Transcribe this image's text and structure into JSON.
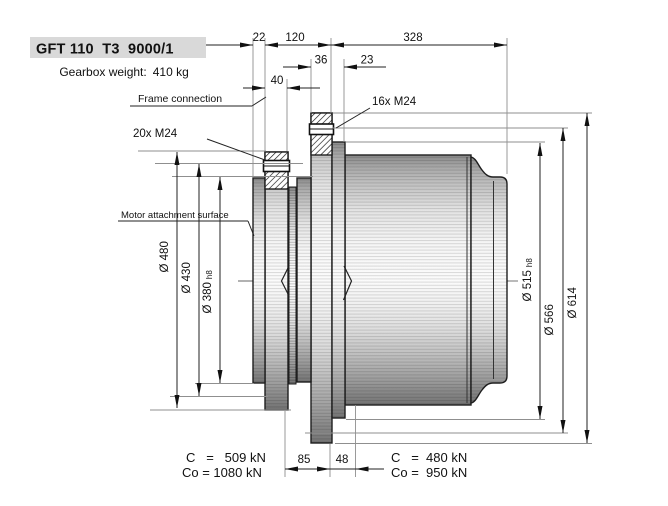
{
  "header": {
    "title": "GFT 110  T3  9000/1",
    "weight_label": "Gearbox weight:",
    "weight_value": "410 kg"
  },
  "drawing": {
    "labels": {
      "frame_connection": "Frame connection",
      "motor_surface": "Motor attachment surface",
      "bolts_left": "20x M24",
      "bolts_right": "16x M24"
    },
    "dims": {
      "d22": "22",
      "d120": "120",
      "d328": "328",
      "d36": "36",
      "d23": "23",
      "d40": "40",
      "d85": "85",
      "d48": "48"
    },
    "diameters": {
      "d480": "Ø 480",
      "d430": "Ø 430",
      "d380": "Ø 380",
      "d380_tol": "h8",
      "d515": "Ø 515",
      "d515_tol": "h8",
      "d566": "Ø 566",
      "d614": "Ø 614"
    },
    "loads": {
      "left_c": "C   =   509 kN",
      "left_co": "Co = 1080 kN",
      "right_c": "C   =  480 kN",
      "right_co": "Co =  950 kN"
    }
  },
  "colors": {
    "title_bg": "#d9d9d9",
    "line": "#1a1a1a",
    "extension_line": "#8f8f8f"
  }
}
